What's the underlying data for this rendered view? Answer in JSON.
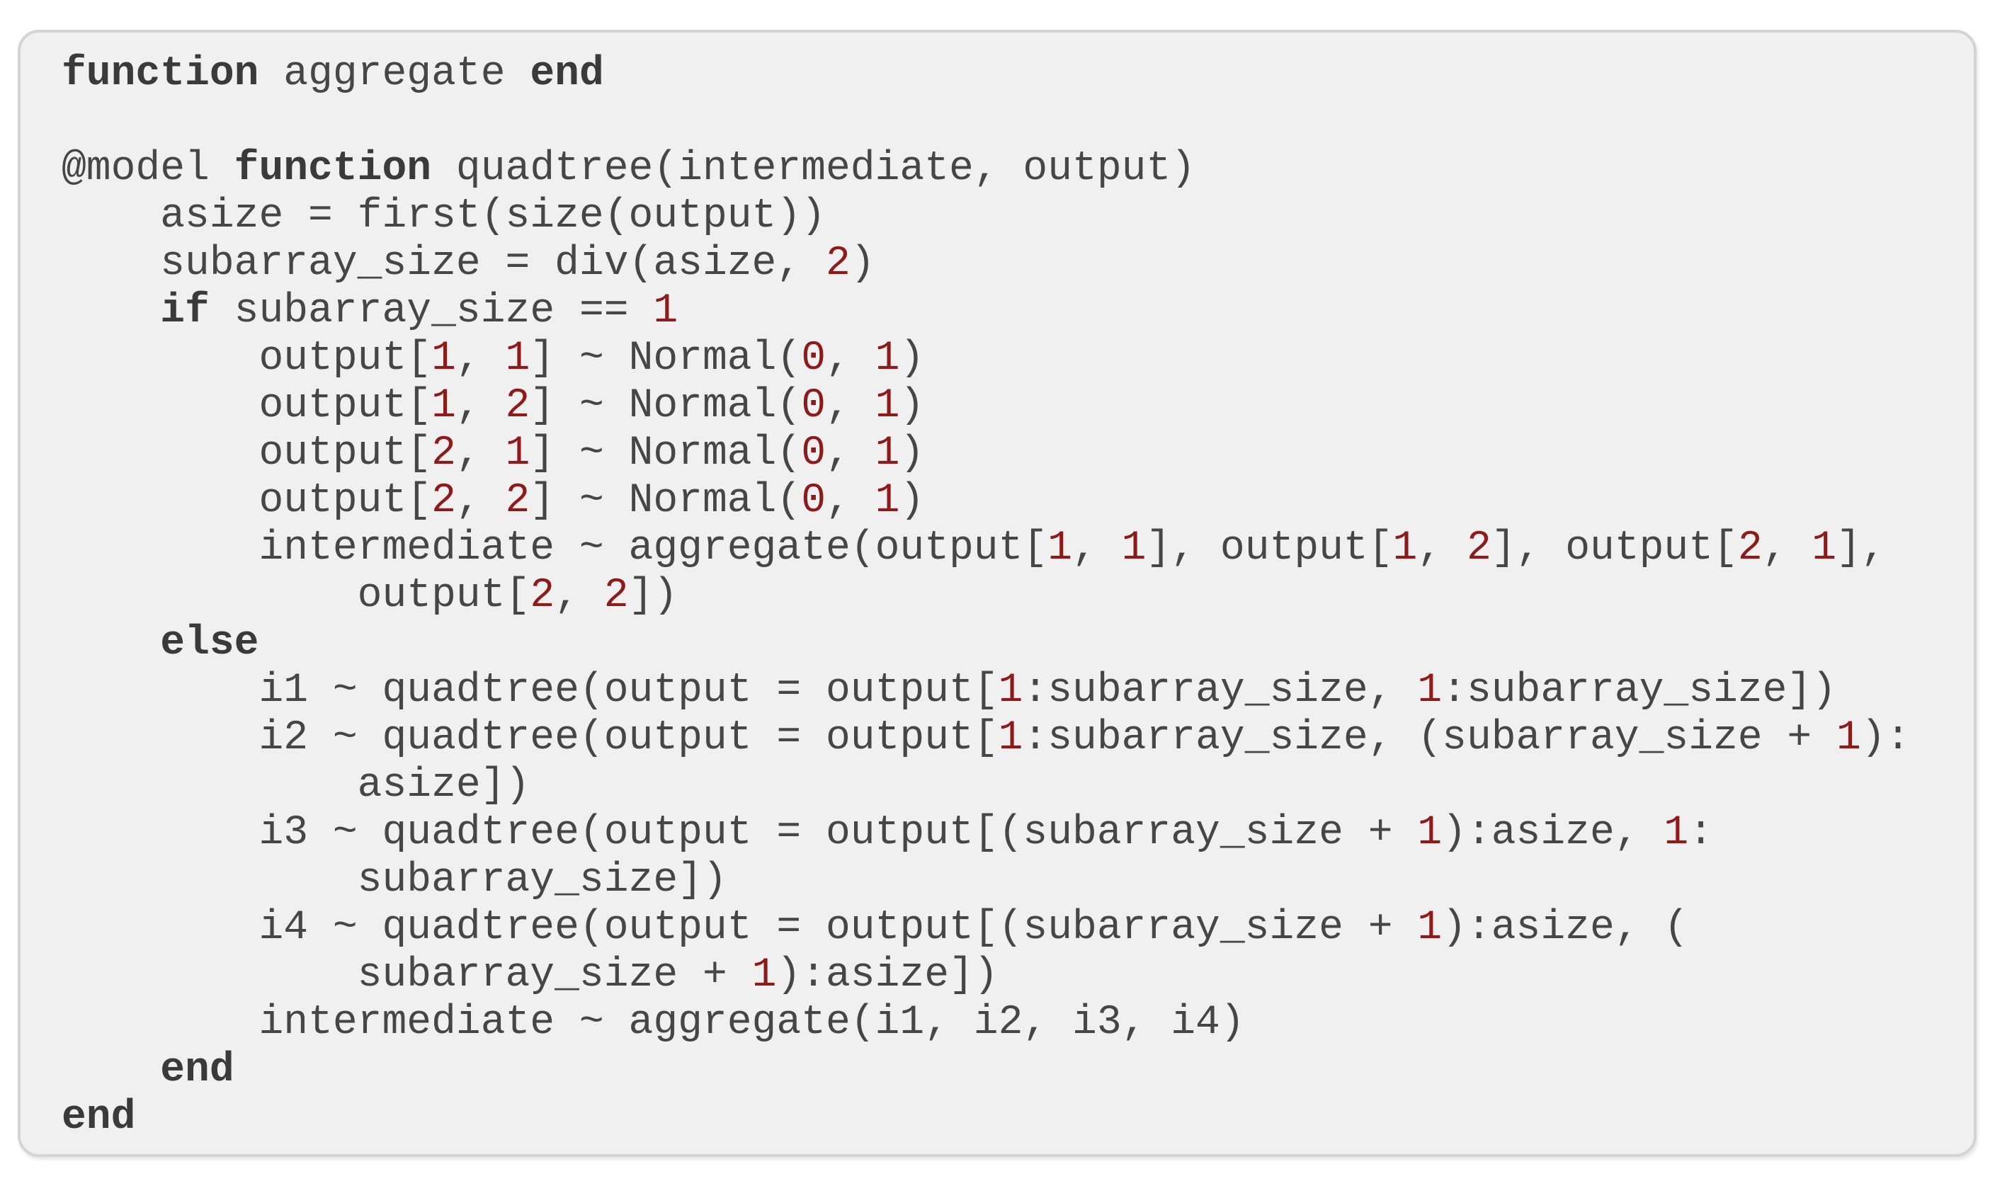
{
  "page": {
    "background_color": "#ffffff"
  },
  "code_block": {
    "language": "julia",
    "background_color": "#f0f0f0",
    "border_color": "#d4d4d4",
    "text_color": "#464646",
    "keyword_color": "#3a3a3a",
    "number_color": "#8e1a1a",
    "lines": [
      [
        {
          "text": "function",
          "style": "keyword"
        },
        {
          "text": " aggregate ",
          "style": "plain"
        },
        {
          "text": "end",
          "style": "keyword"
        }
      ],
      [],
      [
        {
          "text": "@model ",
          "style": "plain"
        },
        {
          "text": "function",
          "style": "keyword"
        },
        {
          "text": " quadtree(intermediate, output)",
          "style": "plain"
        }
      ],
      [
        {
          "text": "    asize = first(size(output))",
          "style": "plain"
        }
      ],
      [
        {
          "text": "    subarray_size = div(asize, ",
          "style": "plain"
        },
        {
          "text": "2",
          "style": "number"
        },
        {
          "text": ")",
          "style": "plain"
        }
      ],
      [
        {
          "text": "    ",
          "style": "plain"
        },
        {
          "text": "if",
          "style": "keyword"
        },
        {
          "text": " subarray_size == ",
          "style": "plain"
        },
        {
          "text": "1",
          "style": "number"
        }
      ],
      [
        {
          "text": "        output[",
          "style": "plain"
        },
        {
          "text": "1",
          "style": "number"
        },
        {
          "text": ", ",
          "style": "plain"
        },
        {
          "text": "1",
          "style": "number"
        },
        {
          "text": "] ~ Normal(",
          "style": "plain"
        },
        {
          "text": "0",
          "style": "number"
        },
        {
          "text": ", ",
          "style": "plain"
        },
        {
          "text": "1",
          "style": "number"
        },
        {
          "text": ")",
          "style": "plain"
        }
      ],
      [
        {
          "text": "        output[",
          "style": "plain"
        },
        {
          "text": "1",
          "style": "number"
        },
        {
          "text": ", ",
          "style": "plain"
        },
        {
          "text": "2",
          "style": "number"
        },
        {
          "text": "] ~ Normal(",
          "style": "plain"
        },
        {
          "text": "0",
          "style": "number"
        },
        {
          "text": ", ",
          "style": "plain"
        },
        {
          "text": "1",
          "style": "number"
        },
        {
          "text": ")",
          "style": "plain"
        }
      ],
      [
        {
          "text": "        output[",
          "style": "plain"
        },
        {
          "text": "2",
          "style": "number"
        },
        {
          "text": ", ",
          "style": "plain"
        },
        {
          "text": "1",
          "style": "number"
        },
        {
          "text": "] ~ Normal(",
          "style": "plain"
        },
        {
          "text": "0",
          "style": "number"
        },
        {
          "text": ", ",
          "style": "plain"
        },
        {
          "text": "1",
          "style": "number"
        },
        {
          "text": ")",
          "style": "plain"
        }
      ],
      [
        {
          "text": "        output[",
          "style": "plain"
        },
        {
          "text": "2",
          "style": "number"
        },
        {
          "text": ", ",
          "style": "plain"
        },
        {
          "text": "2",
          "style": "number"
        },
        {
          "text": "] ~ Normal(",
          "style": "plain"
        },
        {
          "text": "0",
          "style": "number"
        },
        {
          "text": ", ",
          "style": "plain"
        },
        {
          "text": "1",
          "style": "number"
        },
        {
          "text": ")",
          "style": "plain"
        }
      ],
      [
        {
          "text": "        intermediate ~ aggregate(output[",
          "style": "plain"
        },
        {
          "text": "1",
          "style": "number"
        },
        {
          "text": ", ",
          "style": "plain"
        },
        {
          "text": "1",
          "style": "number"
        },
        {
          "text": "], output[",
          "style": "plain"
        },
        {
          "text": "1",
          "style": "number"
        },
        {
          "text": ", ",
          "style": "plain"
        },
        {
          "text": "2",
          "style": "number"
        },
        {
          "text": "], output[",
          "style": "plain"
        },
        {
          "text": "2",
          "style": "number"
        },
        {
          "text": ", ",
          "style": "plain"
        },
        {
          "text": "1",
          "style": "number"
        },
        {
          "text": "],",
          "style": "plain"
        }
      ],
      [
        {
          "text": "            output[",
          "style": "plain"
        },
        {
          "text": "2",
          "style": "number"
        },
        {
          "text": ", ",
          "style": "plain"
        },
        {
          "text": "2",
          "style": "number"
        },
        {
          "text": "])",
          "style": "plain"
        }
      ],
      [
        {
          "text": "    ",
          "style": "plain"
        },
        {
          "text": "else",
          "style": "keyword"
        }
      ],
      [
        {
          "text": "        i1 ~ quadtree(output = output[",
          "style": "plain"
        },
        {
          "text": "1",
          "style": "number"
        },
        {
          "text": ":subarray_size, ",
          "style": "plain"
        },
        {
          "text": "1",
          "style": "number"
        },
        {
          "text": ":subarray_size])",
          "style": "plain"
        }
      ],
      [
        {
          "text": "        i2 ~ quadtree(output = output[",
          "style": "plain"
        },
        {
          "text": "1",
          "style": "number"
        },
        {
          "text": ":subarray_size, (subarray_size + ",
          "style": "plain"
        },
        {
          "text": "1",
          "style": "number"
        },
        {
          "text": "):",
          "style": "plain"
        }
      ],
      [
        {
          "text": "            asize])",
          "style": "plain"
        }
      ],
      [
        {
          "text": "        i3 ~ quadtree(output = output[(subarray_size + ",
          "style": "plain"
        },
        {
          "text": "1",
          "style": "number"
        },
        {
          "text": "):asize, ",
          "style": "plain"
        },
        {
          "text": "1",
          "style": "number"
        },
        {
          "text": ":",
          "style": "plain"
        }
      ],
      [
        {
          "text": "            subarray_size])",
          "style": "plain"
        }
      ],
      [
        {
          "text": "        i4 ~ quadtree(output = output[(subarray_size + ",
          "style": "plain"
        },
        {
          "text": "1",
          "style": "number"
        },
        {
          "text": "):asize, (",
          "style": "plain"
        }
      ],
      [
        {
          "text": "            subarray_size + ",
          "style": "plain"
        },
        {
          "text": "1",
          "style": "number"
        },
        {
          "text": "):asize])",
          "style": "plain"
        }
      ],
      [
        {
          "text": "        intermediate ~ aggregate(i1, i2, i3, i4)",
          "style": "plain"
        }
      ],
      [
        {
          "text": "    ",
          "style": "plain"
        },
        {
          "text": "end",
          "style": "keyword"
        }
      ],
      [
        {
          "text": "end",
          "style": "keyword"
        }
      ]
    ]
  }
}
